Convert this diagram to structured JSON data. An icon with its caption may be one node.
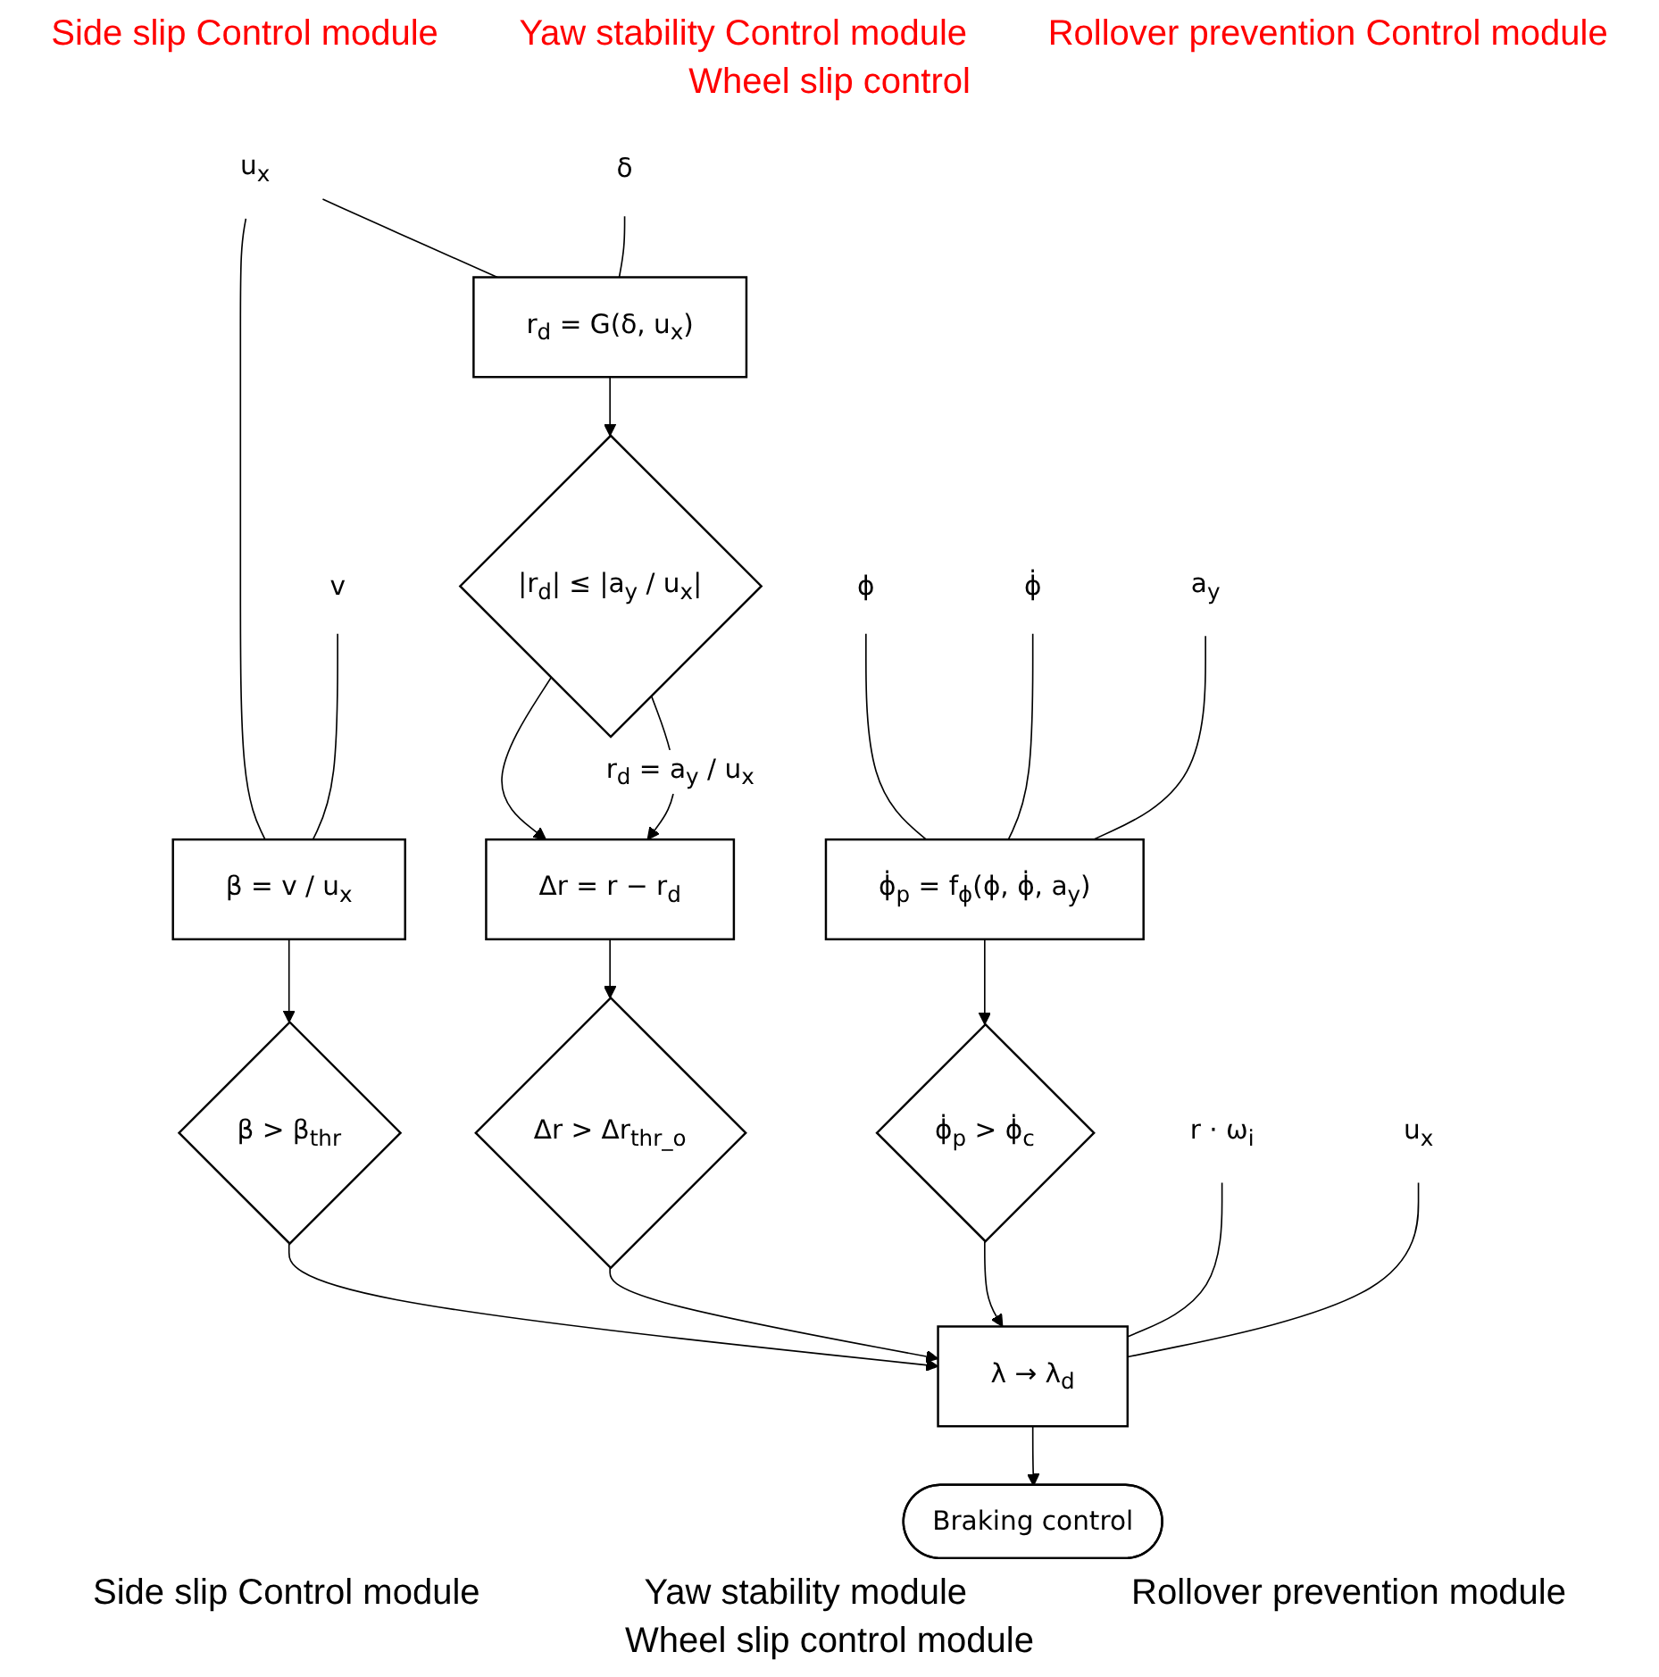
{
  "diagram": {
    "nodes": [
      {
        "text": [
          "u$_{x}$"
        ]
      },
      {
        "text": [
          "v"
        ]
      },
      {
        "text": [
          "δ"
        ]
      },
      {
        "text": [
          "ϕ"
        ]
      },
      {
        "text": [
          "ϕ̇"
        ]
      },
      {
        "text": [
          "a$_{y}$"
        ]
      },
      {
        "text": [
          "β = v / u$_{x}$"
        ]
      },
      {
        "text": [
          "r$_{d}$ = G(δ, u$_{x}$)"
        ]
      },
      {
        "text": [
          "ϕ̇$_{p}$ = f$_{ϕ}$(ϕ, ϕ̇, a$_{y}$)"
        ]
      },
      {
        "text": [
          "|r$_{d}$| ≤ |a$_{y}$ / u$_{x}$|"
        ]
      },
      {
        "text": [
          "Δr = r − r$_{d}$"
        ]
      },
      {
        "text": [
          "β > β$_{thr}$"
        ]
      },
      {
        "text": [
          "Δr > Δr$_{thr_o}$"
        ]
      },
      {
        "text": [
          "ϕ̇$_{p}$ > ϕ̇$_{c}$"
        ]
      },
      {
        "text": [
          "r · ω$_{i}$"
        ]
      },
      {
        "text": [
          "u$_{x}$"
        ]
      },
      {
        "text": [
          "λ → λ$_{d}$"
        ]
      },
      {
        "text": [
          "Braking control"
        ]
      }
    ],
    "edges": [
      {
        "from": 0,
        "to": 6,
        "arrow": "none"
      },
      {
        "from": 0,
        "to": 7,
        "arrow": "none"
      },
      {
        "from": 1,
        "to": 6,
        "arrow": "none"
      },
      {
        "from": 2,
        "to": 7,
        "arrow": "none"
      },
      {
        "from": 3,
        "to": 8,
        "arrow": "none"
      },
      {
        "from": 4,
        "to": 8,
        "arrow": "none"
      },
      {
        "from": 5,
        "to": 8,
        "arrow": "none"
      },
      {
        "from": 7,
        "to": 9,
        "arrow": "to"
      },
      {
        "from": 9,
        "to": 10,
        "arrow": "to"
      },
      {
        "from": 9,
        "to": 10,
        "arrow": "to",
        "label": "r$_{d}$ = a$_{y}$ / u$_{x}$"
      },
      {
        "from": 6,
        "to": 11,
        "arrow": "to"
      },
      {
        "from": 10,
        "to": 12,
        "arrow": "to"
      },
      {
        "from": 8,
        "to": 13,
        "arrow": "to"
      },
      {
        "from": 11,
        "to": 16,
        "arrow": "to"
      },
      {
        "from": 12,
        "to": 16,
        "arrow": "to"
      },
      {
        "from": 13,
        "to": 16,
        "arrow": "to"
      },
      {
        "from": 14,
        "to": 16,
        "arrow": "none"
      },
      {
        "from": 15,
        "to": 16,
        "arrow": "none"
      },
      {
        "from": 16,
        "to": 17,
        "arrow": "to"
      }
    ],
    "labels": [
      "Side slip Control module",
      "Yaw stability Control module",
      "Rollover prevention Control module",
      "Side slip Control module",
      "Yaw stability module",
      "Rollover prevention module",
      "Wheel slip control",
      "Wheel slip control module"
    ]
  }
}
